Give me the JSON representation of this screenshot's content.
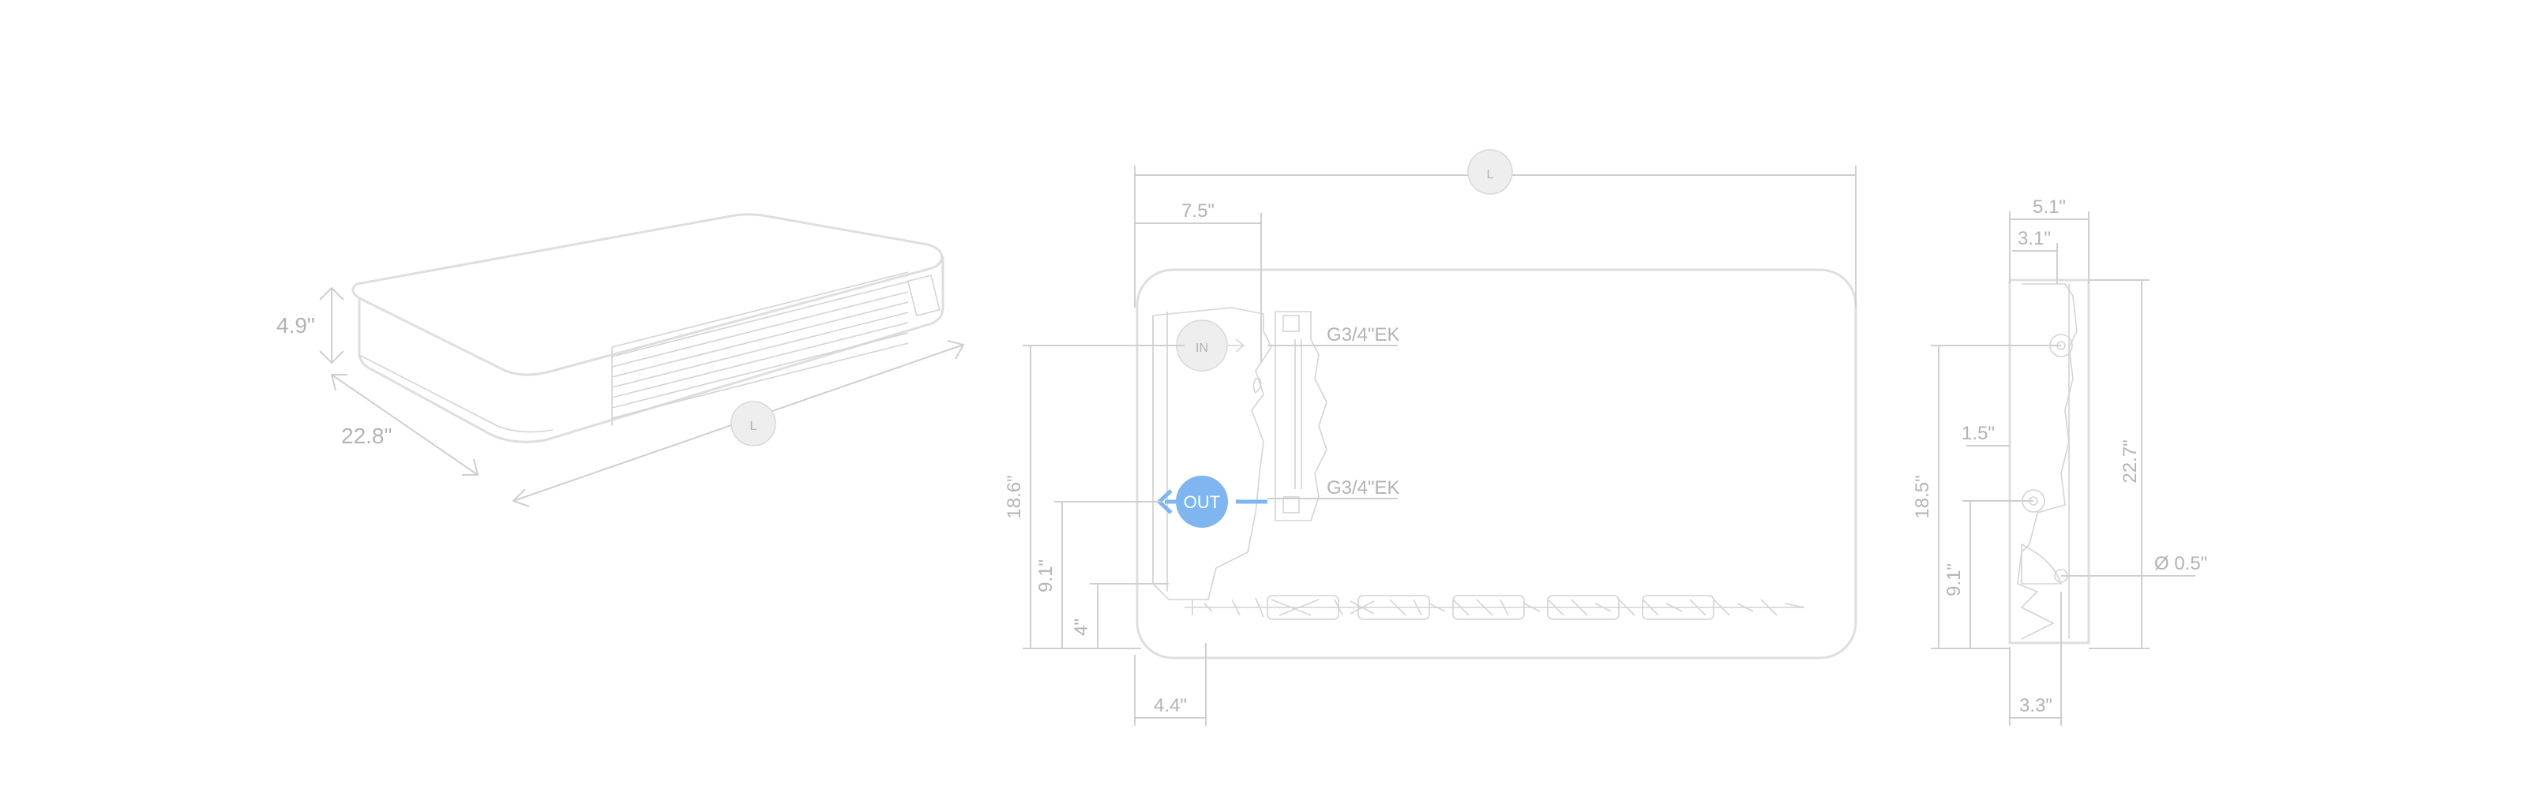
{
  "iso_view": {
    "height_label": "4.9\"",
    "depth_label": "22.8\"",
    "length_marker": "L"
  },
  "front_view": {
    "total_length_marker": "L",
    "top_offset_label": "7.5\"",
    "height_label": "18.6\"",
    "out_height_label": "9.1\"",
    "base_height_label": "4\"",
    "bottom_offset_label": "4.4\"",
    "in_marker": "IN",
    "out_label": "OUT",
    "port_top_label": "G3/4\"EK",
    "port_bottom_label": "G3/4\"EK"
  },
  "side_view": {
    "width_label": "5.1\"",
    "inner_width_label": "3.1\"",
    "mid_offset_label": "1.5\"",
    "height_label": "18.5\"",
    "full_height_label": "22.7\"",
    "low_height_label": "9.1\"",
    "hole_label": "Ø 0.5\"",
    "bottom_width_label": "3.3\""
  },
  "colors": {
    "accent_blue": "#7fb6f0",
    "line_gray": "#cfcfcf",
    "text_gray": "#b3b3b3",
    "marker_fill": "#eeeeee"
  }
}
